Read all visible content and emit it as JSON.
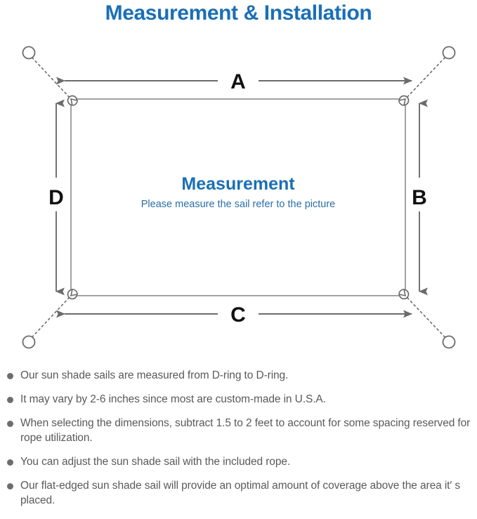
{
  "header": {
    "title": "Measurement & Installation",
    "title_color": "#1a6fb5"
  },
  "diagram": {
    "center_heading": "Measurement",
    "center_subtitle": "Please measure the sail refer to the picture",
    "center_heading_color": "#1a6fb5",
    "center_subtitle_color": "#2a6fa8",
    "line_color": "#6b6b6b",
    "sail_border_color": "#8a8a8a",
    "dimension_labels": {
      "top": "A",
      "right": "B",
      "bottom": "C",
      "left": "D"
    },
    "label_color": "#111111",
    "anchor_count": 4,
    "dring_count": 4
  },
  "notes": {
    "items": [
      "Our sun shade sails are measured from D-ring to D-ring.",
      "It may vary by 2-6 inches since most are custom-made in U.S.A.",
      "When selecting the dimensions, subtract 1.5 to 2 feet to account for some spacing reserved for rope utilization.",
      "You can adjust the sun shade sail with the included rope.",
      "Our flat-edged sun shade sail will provide an optimal amount of coverage above the area it′ s placed."
    ],
    "bullet_color": "#6d6d6d",
    "text_color": "#5a5a5a"
  }
}
